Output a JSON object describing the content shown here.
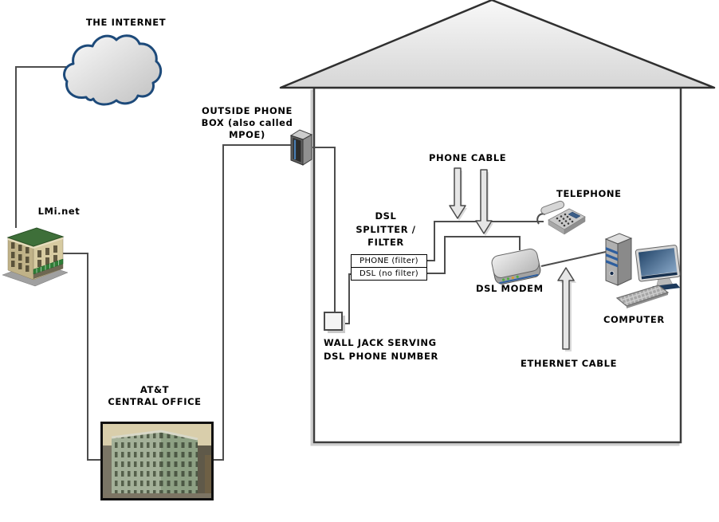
{
  "nodes": {
    "internet": {
      "label": "THE INTERNET"
    },
    "lmi": {
      "label": "LMi.net"
    },
    "central_office": {
      "label": "AT&T\nCENTRAL OFFICE"
    },
    "outside_box": {
      "label": "OUTSIDE PHONE\nBOX (also called\nMPOE)"
    },
    "wall_jack": {
      "label": "WALL JACK SERVING\nDSL PHONE NUMBER"
    },
    "splitter": {
      "label": "DSL\nSPLITTER /\nFILTER",
      "ports": [
        {
          "label": "PHONE (filter)"
        },
        {
          "label": "DSL (no filter)"
        }
      ]
    },
    "phone_cable": {
      "label": "PHONE CABLE"
    },
    "telephone": {
      "label": "TELEPHONE"
    },
    "dsl_modem": {
      "label": "DSL MODEM"
    },
    "ethernet_cable": {
      "label": "ETHERNET CABLE"
    },
    "computer": {
      "label": "COMPUTER"
    }
  },
  "colors": {
    "wire": "#4d4d4d",
    "cloud_border": "#1d4a7a",
    "arrow_fill": "#e6e6e6",
    "arrow_outline": "#4a4a4a",
    "house_outline": "#3d3d3d",
    "splitter_blue_stripe": "#2f5f9e",
    "modem_led_green": "#4fae3e",
    "screen_blue": "#3b5e88",
    "awning_green": "#2f7d36"
  }
}
